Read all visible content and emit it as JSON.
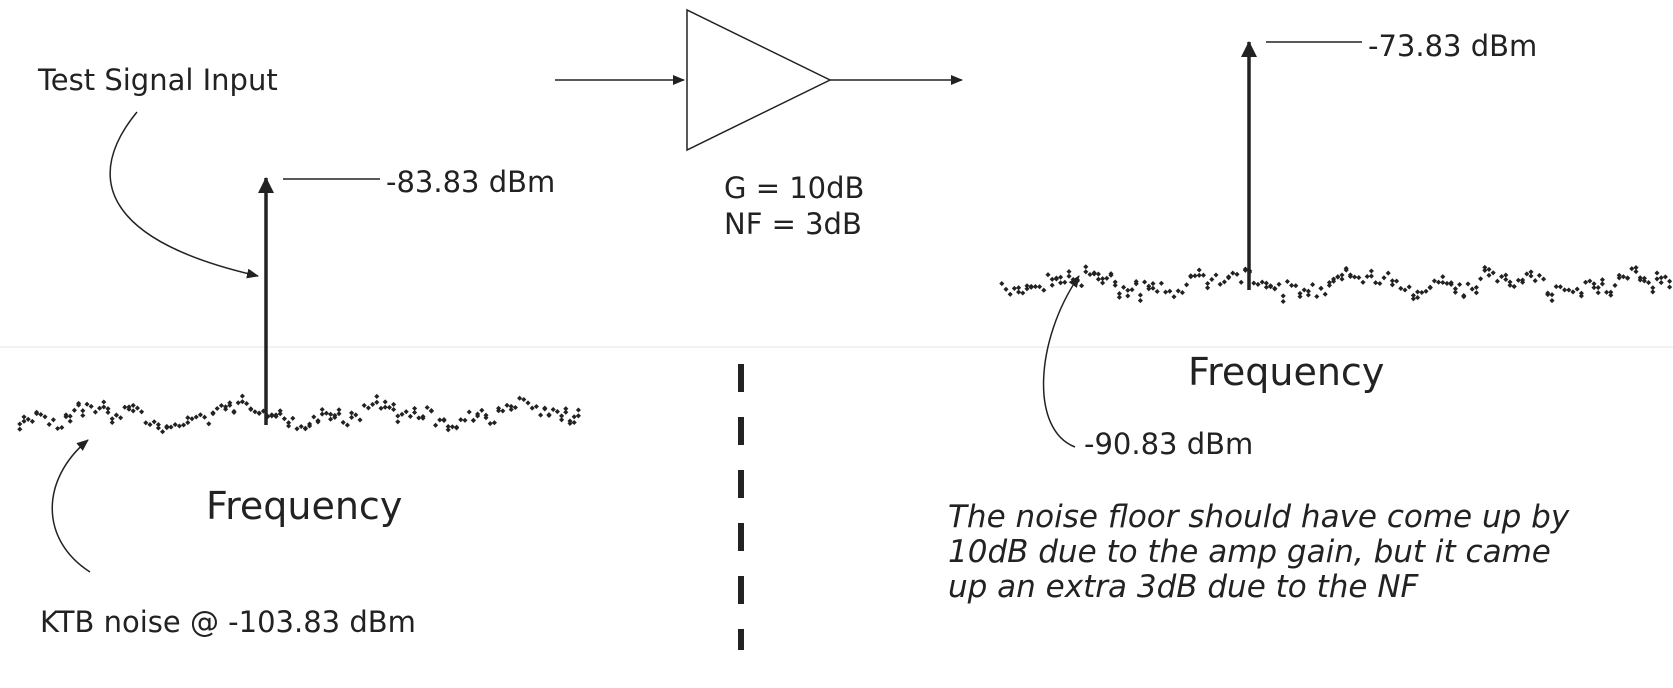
{
  "left_panel": {
    "input_label": "Test Signal Input",
    "signal_level": "-83.83 dBm",
    "axis_label": "Frequency",
    "noise_label": "KTB noise @ -103.83 dBm"
  },
  "amplifier": {
    "gain": "G = 10dB",
    "noise_figure": "NF = 3dB"
  },
  "right_panel": {
    "signal_level": "-73.83 dBm",
    "axis_label": "Frequency",
    "noise_level": "-90.83 dBm",
    "note": "The noise floor should have come up by 10dB due to the amp gain, but it came up an extra 3dB due to the NF"
  }
}
